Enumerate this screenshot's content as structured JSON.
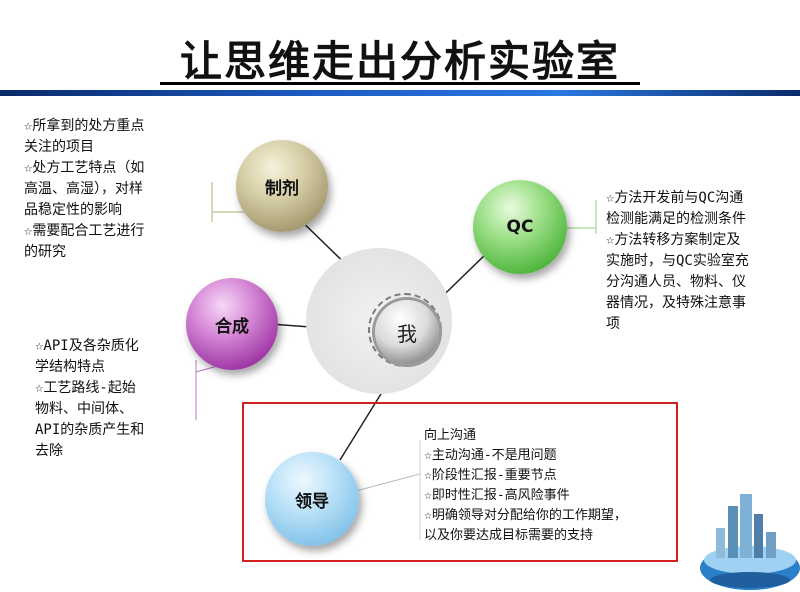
{
  "title": "让思维走出分析实验室",
  "center": {
    "label": "我"
  },
  "nodes": {
    "zhiji": {
      "label": "制剂"
    },
    "qc": {
      "label": "QC"
    },
    "hecheng": {
      "label": "合成"
    },
    "lingdao": {
      "label": "领导"
    }
  },
  "notes": {
    "zhiji": [
      "☆所拿到的处方重点",
      "关注的项目",
      "☆处方工艺特点（如",
      "高温、高湿），对样",
      "品稳定性的影响",
      "☆需要配合工艺进行",
      "的研究"
    ],
    "qc": [
      "☆方法开发前与QC沟通",
      "检测能满足的检测条件",
      "☆方法转移方案制定及",
      "实施时，与QC实验室充",
      "分沟通人员、物料、仪",
      "器情况，及特殊注意事",
      "项"
    ],
    "hecheng": [
      "☆API及各杂质化",
      "学结构特点",
      "☆工艺路线-起始",
      "物料、中间体、",
      "API的杂质产生和",
      "去除"
    ],
    "lingdao": [
      "向上沟通",
      "☆主动沟通-不是甩问题",
      "☆阶段性汇报-重要节点",
      "☆即时性汇报-高风险事件",
      "☆明确领导对分配给你的工作期望，",
      "以及你要达成目标需要的支持"
    ]
  },
  "colors": {
    "title_bar": "#1c5cc4",
    "highlight_box": "#d12020"
  }
}
